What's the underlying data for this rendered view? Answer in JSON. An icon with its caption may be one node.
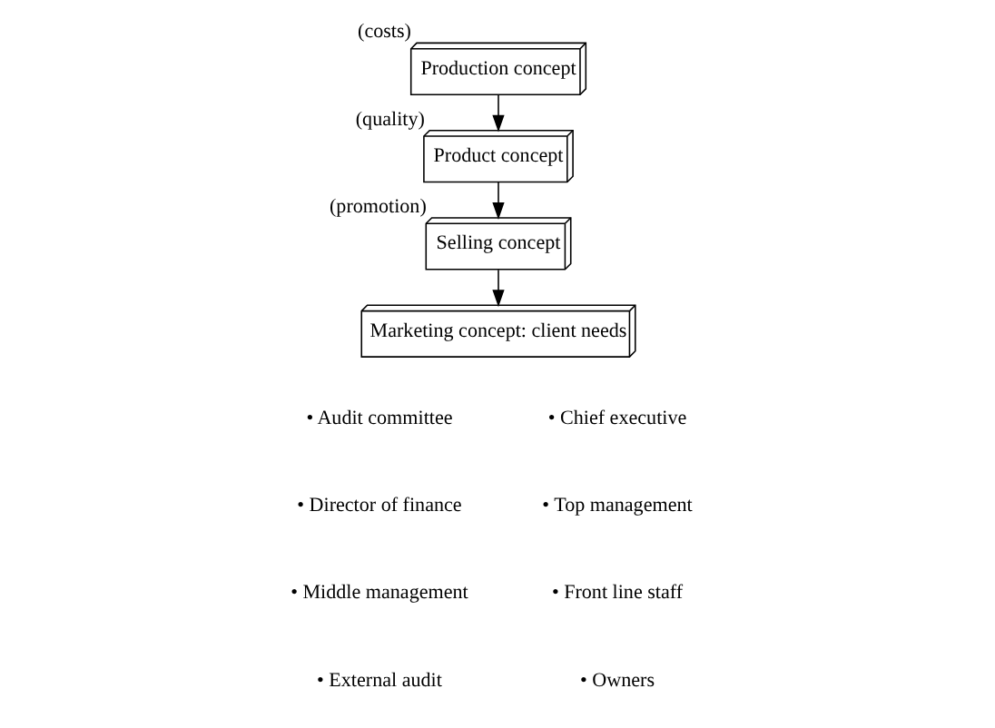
{
  "diagram": {
    "nodes": [
      {
        "text": [
          "Production concept"
        ],
        "beside": [
          "(costs)"
        ]
      },
      {
        "text": [
          "Product concept"
        ],
        "beside": [
          "(quality)"
        ]
      },
      {
        "text": [
          "Selling concept"
        ],
        "beside": [
          "(promotion)"
        ]
      },
      {
        "text": [
          "Marketing concept: client needs"
        ]
      }
    ],
    "edges": [
      {
        "from": 0,
        "to": 1,
        "arrow": "to"
      },
      {
        "from": 1,
        "to": 2,
        "arrow": "to"
      },
      {
        "from": 2,
        "to": 3,
        "arrow": "to"
      }
    ],
    "labels": [
      "• Audit committee",
      "• Chief executive",
      "• Director of finance",
      "• Top management",
      "• Middle management",
      "• Front line staff",
      "• External audit",
      "• Owners"
    ]
  }
}
